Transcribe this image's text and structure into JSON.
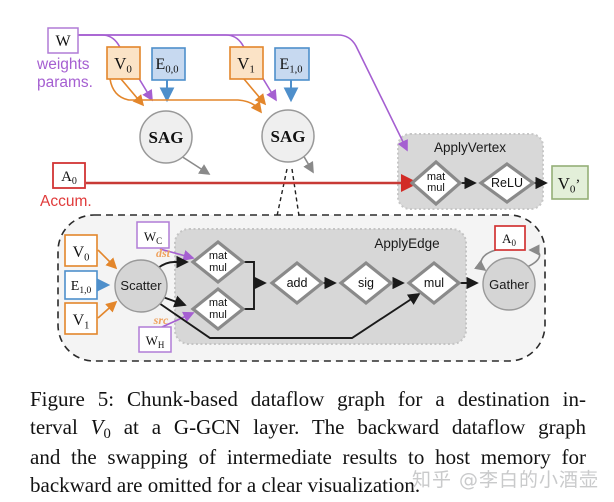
{
  "colors": {
    "purple": "#A55FD1",
    "orange": "#E3862B",
    "orange_fill": "#FBE3C6",
    "blue": "#4E8FCB",
    "blue_fill": "#C7D9F0",
    "red": "#D23434",
    "green_border": "#94AF77",
    "green_fill": "#E3EFD9",
    "gray_box": "#D8D8D8",
    "outer_panel": "#F4F4F4",
    "sag_fill": "#EFEFEF",
    "circle_fill": "#D5D5D5",
    "arrow_gray": "#8A8A8A",
    "watermark_gray": "#C9CACB"
  },
  "nodes": {
    "w": "W",
    "weights_line1": "weights",
    "weights_line2": "params.",
    "v0_top": {
      "base": "V",
      "sub": "0"
    },
    "e00_top": {
      "base": "E",
      "sub": "0,0"
    },
    "v1_top": {
      "base": "V",
      "sub": "1"
    },
    "e10_top": {
      "base": "E",
      "sub": "1,0"
    },
    "sag_left": "SAG",
    "sag_right": "SAG",
    "a0_accum": {
      "base": "A",
      "sub": "0"
    },
    "accum_label": "Accum."
  },
  "apply_vertex": {
    "title": "ApplyVertex",
    "matmul_line1": "mat",
    "matmul_line2": "mul",
    "relu": "ReLU",
    "v0_out": {
      "base": "V",
      "sub": "0",
      "suffix": "’"
    }
  },
  "apply_edge": {
    "title": "ApplyEdge",
    "v0": {
      "base": "V",
      "sub": "0"
    },
    "e10": {
      "base": "E",
      "sub": "1,0"
    },
    "v1": {
      "base": "V",
      "sub": "1"
    },
    "scatter": "Scatter",
    "wc": {
      "base": "W",
      "sub": "C"
    },
    "wh": {
      "base": "W",
      "sub": "H"
    },
    "dst_label": "dst",
    "src_label": "src",
    "matmul_dst_line1": "mat",
    "matmul_dst_line2": "mul",
    "matmul_src_line1": "mat",
    "matmul_src_line2": "mul",
    "add": "add",
    "sig": "sig",
    "mul": "mul",
    "gather": "Gather",
    "a0": {
      "base": "A",
      "sub": "0"
    }
  },
  "caption": {
    "line1": "Figure 5: Chunk-based dataflow graph for a destination in-",
    "line2_pre": "terval ",
    "line2_v": "V",
    "line2_sub": "0",
    "line2_post": " at a G-GCN layer. The backward dataflow graph",
    "line3": "and the swapping of intermediate results to host memory for",
    "line4": "backward are omitted for a clear visualization."
  },
  "watermark": "知乎 @李白的小酒壶"
}
